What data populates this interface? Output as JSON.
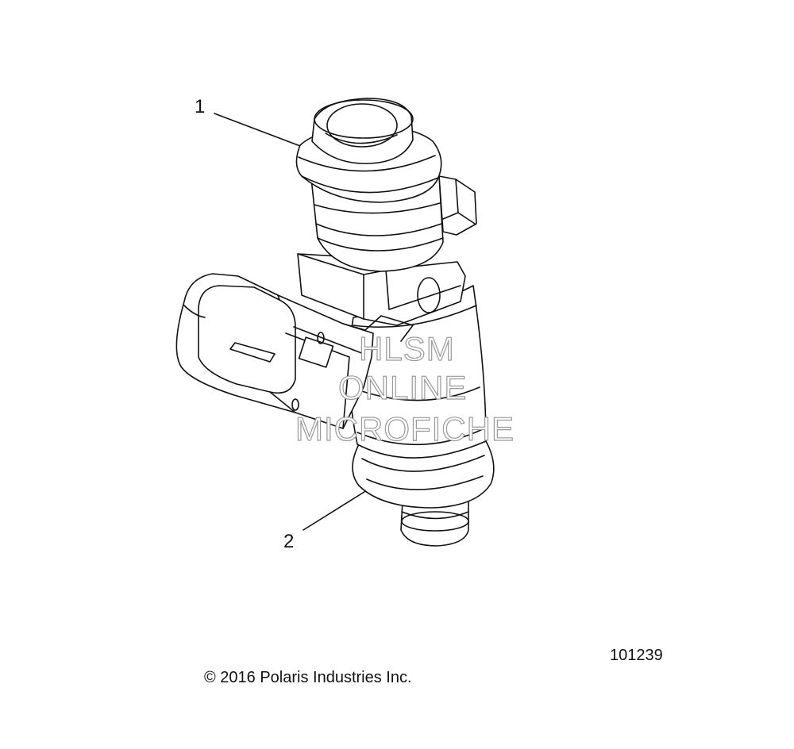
{
  "callouts": [
    {
      "label": "1"
    },
    {
      "label": "2"
    }
  ],
  "watermark": {
    "line1": "HLSM",
    "line2": "ONLINE",
    "line3": "MICROFICHE"
  },
  "figure_number": "101239",
  "copyright": "© 2016 Polaris Industries Inc.",
  "colors": {
    "line": "#111111",
    "watermark_outline": "#9a9a9a",
    "background": "#ffffff"
  }
}
